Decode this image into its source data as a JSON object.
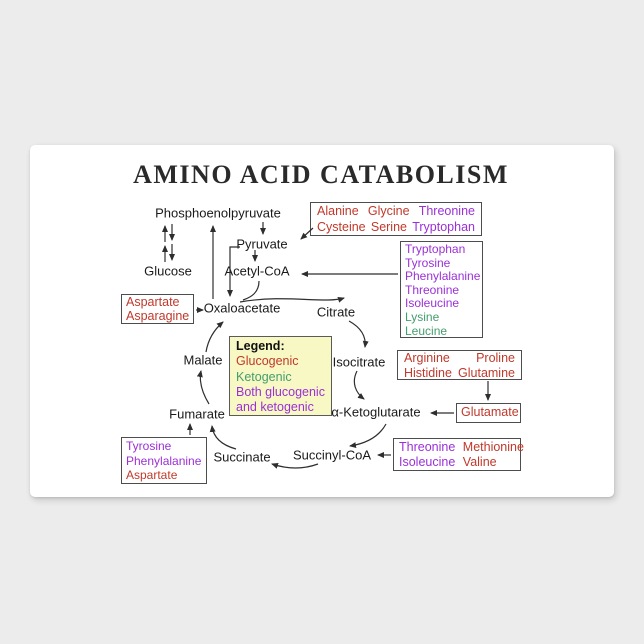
{
  "title": "AMINO ACID CATABOLISM",
  "colors": {
    "glucogenic": "#c0392b",
    "ketogenic": "#449d6e",
    "both_glucogenic_and_ketogenic": "#9b30d6",
    "diagram_text": "#1a1a1a",
    "legend_background": "#f8f8c5",
    "sticker_background": "#ffffff",
    "page_background": "#ececec"
  },
  "metabolites": {
    "pep": "Phosphoenolpyruvate",
    "pyruvate": "Pyruvate",
    "glucose": "Glucose",
    "acetylcoa": "Acetyl-CoA",
    "oxaloacetate": "Oxaloacetate",
    "citrate": "Citrate",
    "malate": "Malate",
    "isocitrate": "Isocitrate",
    "akg": "α-Ketoglutarate",
    "succinate": "Succinate",
    "succinylcoa": "Succinyl-CoA"
  },
  "legend": {
    "title": "Legend:",
    "entries": [
      {
        "label": "Glucogenic",
        "cat": "glucogenic"
      },
      {
        "label": "Ketogenic",
        "cat": "ketogenic"
      },
      {
        "label": "Both glucogenic",
        "cat": "both"
      },
      {
        "label": "and ketogenic",
        "cat": "both"
      }
    ]
  },
  "aa_boxes": {
    "to_pyruvate": {
      "rows": [
        [
          {
            "t": "Alanine",
            "c": "glucogenic"
          },
          {
            "t": "Glycine",
            "c": "glucogenic"
          },
          {
            "t": "Threonine",
            "c": "both"
          }
        ],
        [
          {
            "t": "Cysteine",
            "c": "glucogenic"
          },
          {
            "t": "Serine",
            "c": "glucogenic"
          },
          {
            "t": "Tryptophan",
            "c": "both"
          }
        ]
      ]
    },
    "to_acetylcoa": {
      "rows": [
        [
          {
            "t": "Tryptophan",
            "c": "both"
          }
        ],
        [
          {
            "t": "Tyrosine",
            "c": "both"
          }
        ],
        [
          {
            "t": "Phenylalanine",
            "c": "both"
          }
        ],
        [
          {
            "t": "Threonine",
            "c": "both"
          }
        ],
        [
          {
            "t": "Isoleucine",
            "c": "both"
          }
        ],
        [
          {
            "t": "Lysine",
            "c": "ketogenic"
          }
        ],
        [
          {
            "t": "Leucine",
            "c": "ketogenic"
          }
        ]
      ]
    },
    "to_oxaloacetate": {
      "rows": [
        [
          {
            "t": "Aspartate",
            "c": "glucogenic"
          }
        ],
        [
          {
            "t": "Asparagine",
            "c": "glucogenic"
          }
        ]
      ]
    },
    "to_glutamate": {
      "rows": [
        [
          {
            "t": "Arginine",
            "c": "glucogenic"
          },
          {
            "t": "Proline",
            "c": "glucogenic"
          }
        ],
        [
          {
            "t": "Histidine",
            "c": "glucogenic"
          },
          {
            "t": "Glutamine",
            "c": "glucogenic"
          }
        ]
      ]
    },
    "glutamate": {
      "rows": [
        [
          {
            "t": "Glutamate",
            "c": "glucogenic"
          }
        ]
      ]
    },
    "to_succinylcoa": {
      "rows": [
        [
          {
            "t": "Threonine",
            "c": "both"
          },
          {
            "t": "Methionine",
            "c": "glucogenic"
          }
        ],
        [
          {
            "t": "Isoleucine",
            "c": "both"
          },
          {
            "t": "Valine",
            "c": "glucogenic"
          }
        ]
      ]
    },
    "to_fumarate": {
      "rows": [
        [
          {
            "t": "Tyrosine",
            "c": "both"
          }
        ],
        [
          {
            "t": "Phenylalanine",
            "c": "both"
          }
        ],
        [
          {
            "t": "Aspartate",
            "c": "glucogenic"
          }
        ]
      ]
    }
  },
  "extra_metabolites": {
    "fumarate": "Fumarate"
  }
}
